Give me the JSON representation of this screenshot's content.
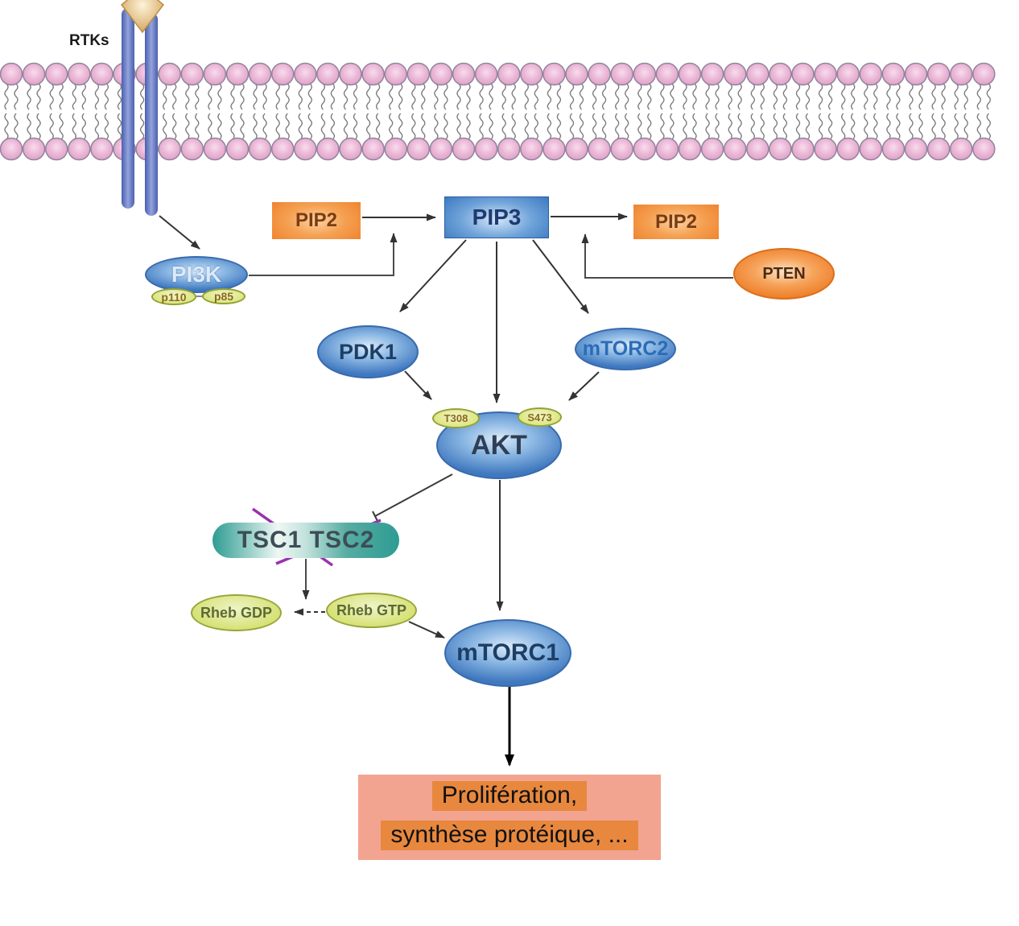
{
  "labels": {
    "rtks": "RTKs",
    "pi3k": "PI3K",
    "p110": "p110",
    "p85": "p85",
    "pip2_left": "PIP2",
    "pip3": "PIP3",
    "pip2_right": "PIP2",
    "pten": "PTEN",
    "pdk1": "PDK1",
    "mtorc2": "mTORC2",
    "akt": "AKT",
    "site_t308": "T308",
    "site_s473": "S473",
    "tsc_complex": "TSC1 TSC2",
    "rheb_gdp": "Rheb GDP",
    "rheb_gtp": "Rheb GTP",
    "mtorc1": "mTORC1",
    "outcome_line1": "Prolifération,",
    "outcome_line2": "synthèse protéique, ..."
  },
  "colors": {
    "node_blue": "#3f78bf",
    "node_orange": "#ee7e28",
    "badge_green": "#dce57e",
    "badge_green_border": "#94a235",
    "badge_text": "#8a6a1e",
    "teal": "#2e9c93",
    "tsc_text": "#3d4d55",
    "membrane_pink": "#eab5d5",
    "membrane_outline": "#90859c",
    "receptor_blue": "#4b5fae",
    "diamond_tan": "#d3a258",
    "arrow_dark": "#333333",
    "connector_gray": "#4a4a4a",
    "inhibit_purple": "#9b30b0",
    "outcome_outer": "#f2a490",
    "outcome_inner": "#e8883e",
    "outcome_text": "#111111",
    "pip3_text": "#1e3a70",
    "pip2_text": "#7a3c12",
    "blue_text_dark": "#1d3f66",
    "mtorc2_text": "#2b6cb8",
    "pi3k_text": "#dce9f8",
    "rheb_text": "#5c6a35",
    "pten_text": "#4a2a12"
  },
  "icons": {
    "membrane": "lipid-bilayer",
    "receptor": "rtk-transmembrane-receptor",
    "ligand": "diamond-ligand",
    "inhibition_cross": "purple-x-cross"
  }
}
